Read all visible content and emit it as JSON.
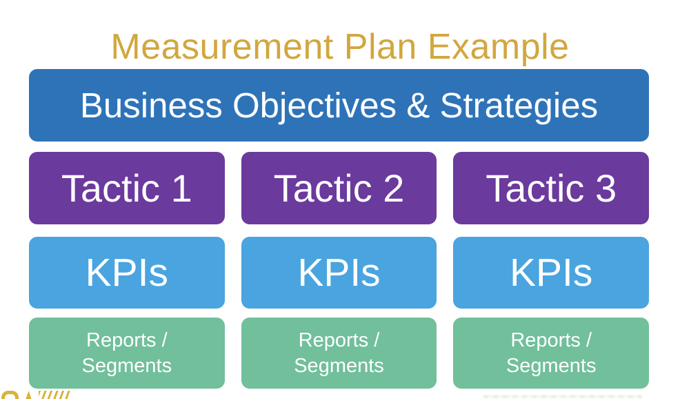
{
  "title": {
    "text": "Measurement Plan Example"
  },
  "banner": {
    "label": "Business Objectives & Strategies"
  },
  "columns": [
    {
      "tactic_label": "Tactic 1",
      "kpi_label": "KPIs",
      "reports_label": "Reports /\nSegments"
    },
    {
      "tactic_label": "Tactic 2",
      "kpi_label": "KPIs",
      "reports_label": "Reports /\nSegments"
    },
    {
      "tactic_label": "Tactic 3",
      "kpi_label": "KPIs",
      "reports_label": "Reports /\nSegments"
    }
  ],
  "colors": {
    "title_gold": "#D1A73E",
    "banner_blue": "#2E73B8",
    "tactic_purple": "#6A3A9D",
    "kpi_blue": "#4AA4DF",
    "reports_green": "#71BF9B",
    "box_text_white": "#FFFFFF",
    "watermark_gold": "#D9B23C"
  }
}
